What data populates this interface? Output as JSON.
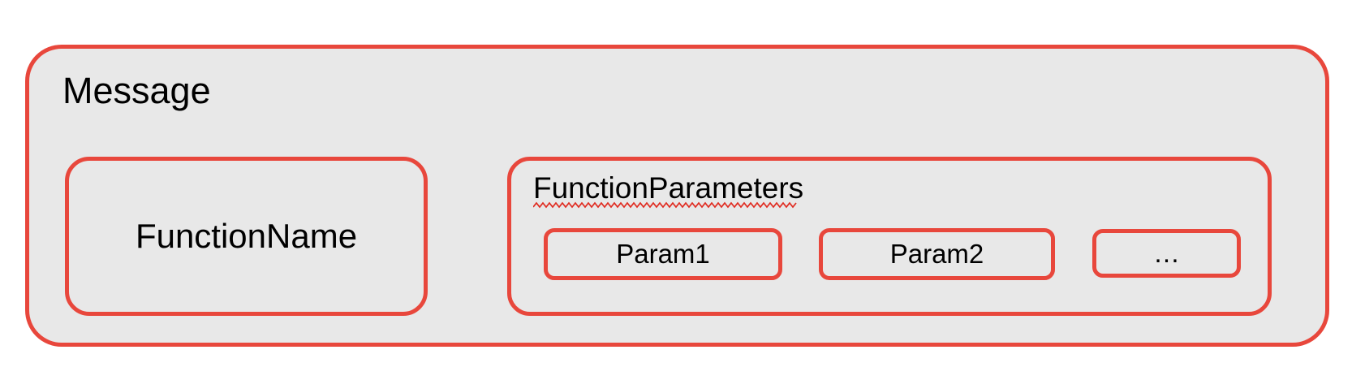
{
  "colors": {
    "border_red": "#e8473c",
    "squiggle_red": "#e02b20",
    "box_fill": "#e8e8e8",
    "text": "#000000",
    "page_background": "#ffffff"
  },
  "message": {
    "label": "Message",
    "function_name": {
      "label": "FunctionName"
    },
    "function_parameters": {
      "label": "FunctionParameters",
      "params": [
        {
          "label": "Param1"
        },
        {
          "label": "Param2"
        },
        {
          "label": "…"
        }
      ]
    }
  }
}
